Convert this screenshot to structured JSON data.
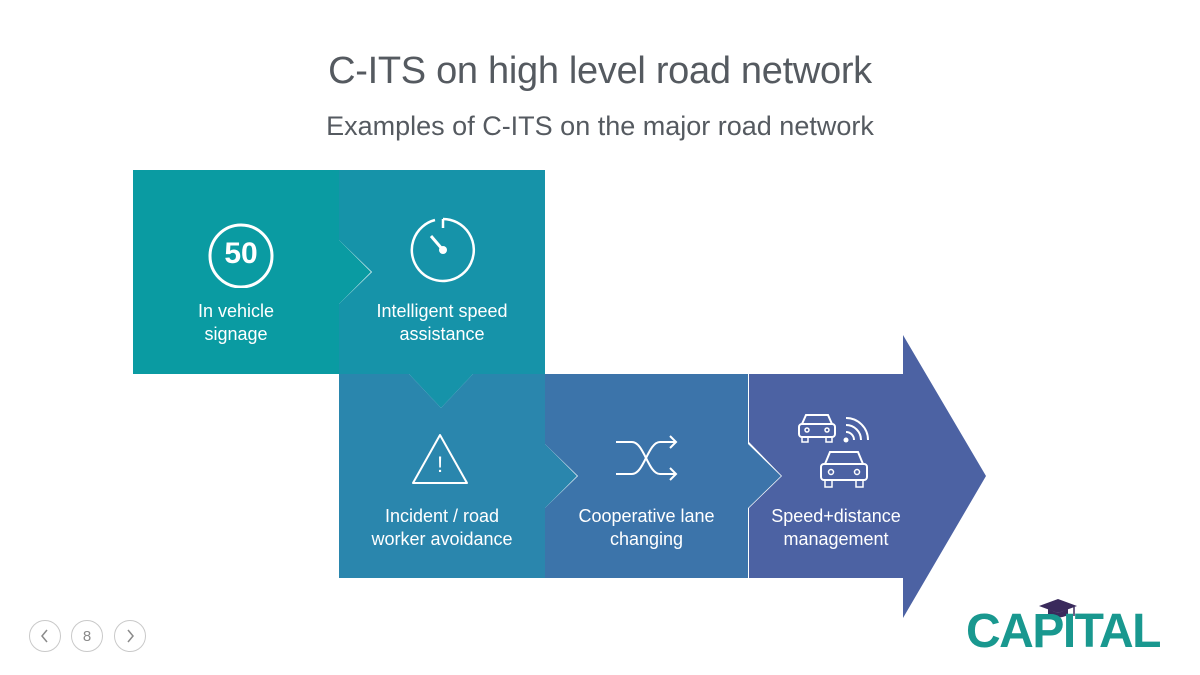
{
  "slide": {
    "title": "C-ITS on high level road network",
    "subtitle": "Examples of C-ITS on the major road network"
  },
  "tiles": [
    {
      "icon": "speed-limit-50-icon",
      "icon_text": "50",
      "line1": "In vehicle",
      "line2": "signage",
      "color": "#0a9ba2"
    },
    {
      "icon": "speedometer-icon",
      "line1": "Intelligent speed",
      "line2": "assistance",
      "color": "#1693a9"
    },
    {
      "icon": "warning-triangle-icon",
      "icon_text": "!",
      "line1": "Incident / road",
      "line2": "worker avoidance",
      "color": "#2a86ad"
    },
    {
      "icon": "shuffle-arrows-icon",
      "line1": "Cooperative lane",
      "line2": "changing",
      "color": "#3c74aa"
    },
    {
      "icon": "connected-cars-icon",
      "line1": "Speed+distance",
      "line2": "management",
      "color": "#4c62a3"
    }
  ],
  "pager": {
    "prev_icon": "chevron-left-icon",
    "page_number": "8",
    "next_icon": "chevron-right-icon"
  },
  "logo": {
    "text": "CAPITAL",
    "color": "#19988f",
    "cap_icon": "graduation-cap-icon"
  }
}
